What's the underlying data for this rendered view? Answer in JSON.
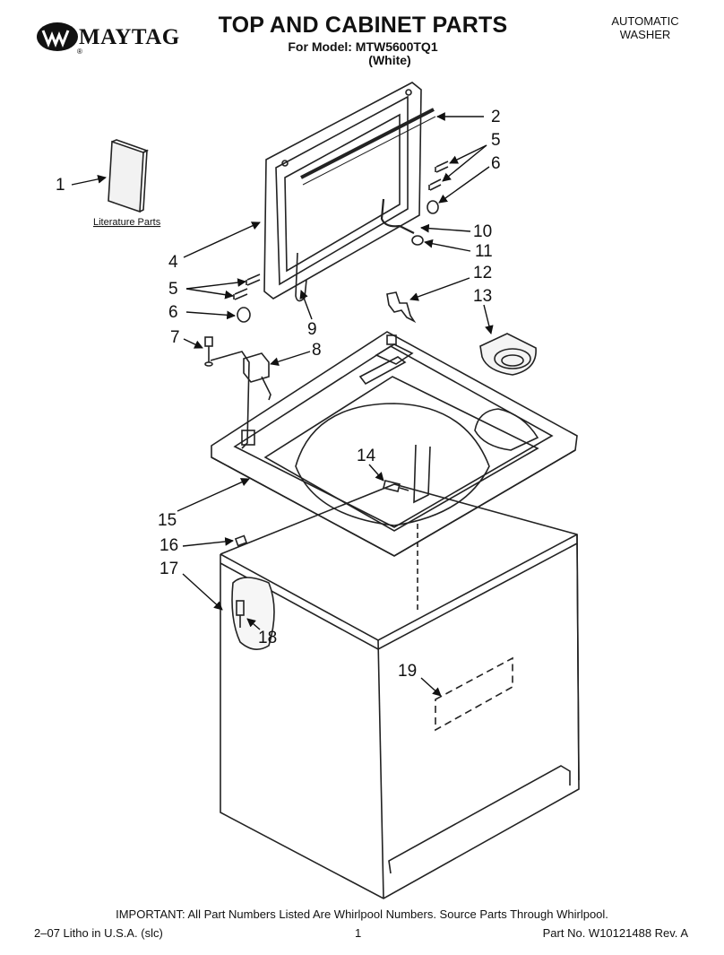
{
  "header": {
    "brand": "MAYTAG",
    "title": "TOP AND CABINET PARTS",
    "subtitle": "For Model: MTW5600TQ1",
    "variant": "(White)",
    "product_line1": "AUTOMATIC",
    "product_line2": "WASHER"
  },
  "callouts": {
    "c1": "1",
    "c2": "2",
    "c5a": "5",
    "c6a": "6",
    "c10": "10",
    "c11": "11",
    "c4": "4",
    "c5b": "5",
    "c6b": "6",
    "c9": "9",
    "c12": "12",
    "c13": "13",
    "c7": "7",
    "c8": "8",
    "c14": "14",
    "c15": "15",
    "c16": "16",
    "c17": "17",
    "c18": "18",
    "c19": "19"
  },
  "literature_label": "Literature Parts",
  "footer": {
    "note": "IMPORTANT: All Part Numbers Listed Are Whirlpool Numbers. Source Parts Through Whirlpool.",
    "litho": "2–07 Litho in U.S.A. (slc)",
    "page": "1",
    "part_no": "Part No. W10121488 Rev. A"
  }
}
